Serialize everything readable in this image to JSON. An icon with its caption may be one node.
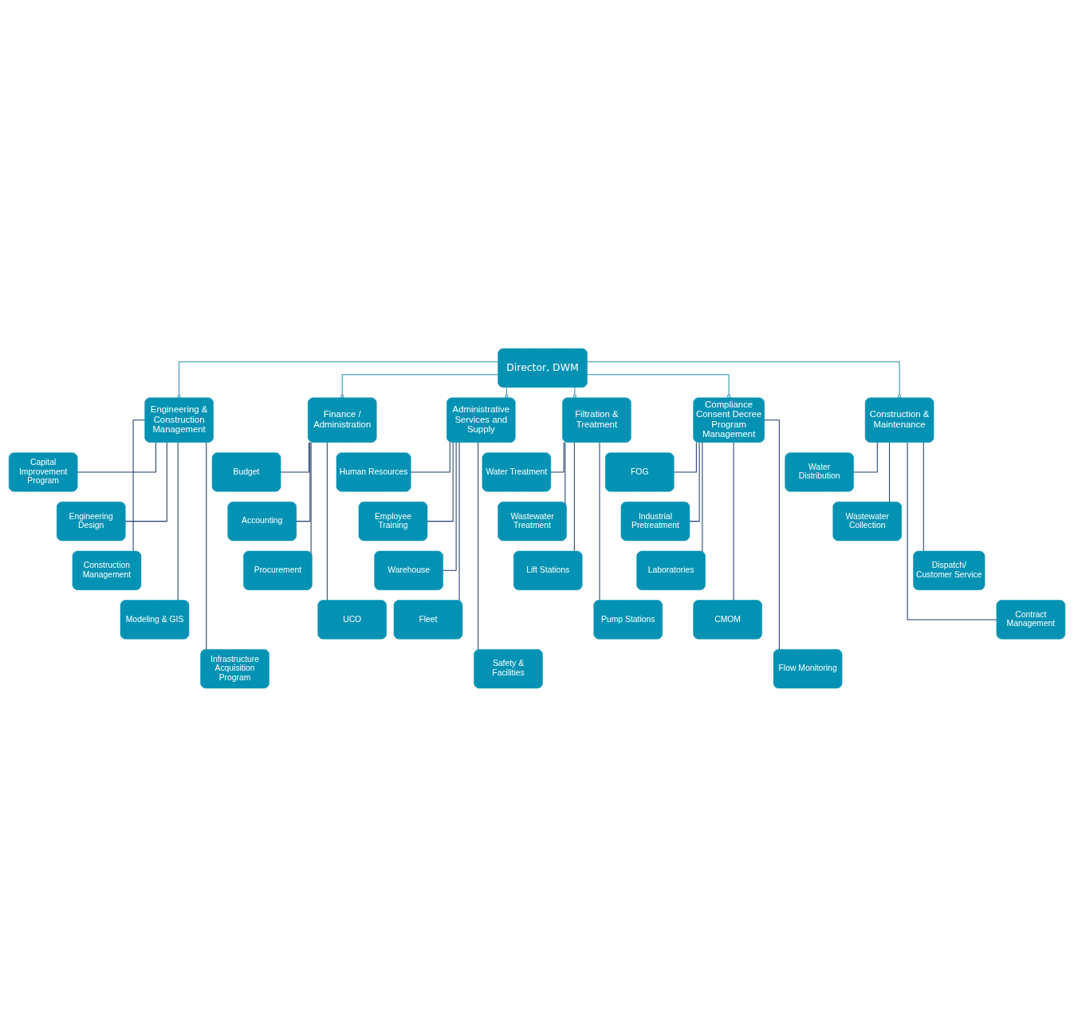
{
  "diagram": {
    "nodes": [
      {
        "text": [
          "Director, DWM"
        ]
      },
      {
        "text": [
          "Engineering & Construction Management"
        ]
      },
      {
        "text": [
          "Finance / Administration"
        ]
      },
      {
        "text": [
          "Administrative Services and Supply"
        ]
      },
      {
        "text": [
          "Filtration & Treatment"
        ]
      },
      {
        "text": [
          "Compliance Consent Decree Program Management"
        ]
      },
      {
        "text": [
          "Construction & Maintenance"
        ]
      },
      {
        "text": [
          "Capital Improvement Program"
        ]
      },
      {
        "text": [
          "Engineering Design"
        ]
      },
      {
        "text": [
          "Construction Management"
        ]
      },
      {
        "text": [
          "Modeling & GIS"
        ]
      },
      {
        "text": [
          "Infrastructure Acquisition Program"
        ]
      },
      {
        "text": [
          "Budget"
        ]
      },
      {
        "text": [
          "Accounting"
        ]
      },
      {
        "text": [
          "Procurement"
        ]
      },
      {
        "text": [
          "UCO"
        ]
      },
      {
        "text": [
          "Human Resources"
        ]
      },
      {
        "text": [
          "Employee Training"
        ]
      },
      {
        "text": [
          "Warehouse"
        ]
      },
      {
        "text": [
          "Fleet"
        ]
      },
      {
        "text": [
          "Safety & Facilities"
        ]
      },
      {
        "text": [
          "Water Treatment"
        ]
      },
      {
        "text": [
          "Wastewater Treatment"
        ]
      },
      {
        "text": [
          "Lift Stations"
        ]
      },
      {
        "text": [
          "Pump Stations"
        ]
      },
      {
        "text": [
          "FOG"
        ]
      },
      {
        "text": [
          "Industrial Pretreatment"
        ]
      },
      {
        "text": [
          "Laboratories"
        ]
      },
      {
        "text": [
          "CMOM"
        ]
      },
      {
        "text": [
          "Flow Monitoring"
        ]
      },
      {
        "text": [
          "Water Distribution"
        ]
      },
      {
        "text": [
          "Wastewater Collection"
        ]
      },
      {
        "text": [
          "Dispatch/ Customer Service"
        ]
      },
      {
        "text": [
          "Contract Management"
        ]
      }
    ],
    "edges": [
      {
        "from": 0,
        "to": 1,
        "arrow": "other",
        "color": "#2a8fb0"
      },
      {
        "from": 0,
        "to": 2,
        "arrow": "other",
        "color": "#2a8fb0"
      },
      {
        "from": 0,
        "to": 3,
        "arrow": "other",
        "color": "#2a8fb0"
      },
      {
        "from": 0,
        "to": 4,
        "arrow": "other",
        "color": "#2a8fb0"
      },
      {
        "from": 0,
        "to": 5,
        "arrow": "other",
        "color": "#2a8fb0"
      },
      {
        "from": 0,
        "to": 6,
        "arrow": "other",
        "color": "#2a8fb0"
      },
      {
        "from": 1,
        "to": 7,
        "arrow": "none"
      },
      {
        "from": 1,
        "to": 8,
        "arrow": "none"
      },
      {
        "from": 1,
        "to": 9,
        "arrow": "none"
      },
      {
        "from": 1,
        "to": 10,
        "arrow": "none"
      },
      {
        "from": 1,
        "to": 11,
        "arrow": "none"
      },
      {
        "from": 2,
        "to": 12,
        "arrow": "none"
      },
      {
        "from": 2,
        "to": 13,
        "arrow": "none"
      },
      {
        "from": 2,
        "to": 14,
        "arrow": "none"
      },
      {
        "from": 2,
        "to": 15,
        "arrow": "none"
      },
      {
        "from": 3,
        "to": 16,
        "arrow": "none"
      },
      {
        "from": 3,
        "to": 17,
        "arrow": "none"
      },
      {
        "from": 3,
        "to": 18,
        "arrow": "none"
      },
      {
        "from": 3,
        "to": 19,
        "arrow": "none"
      },
      {
        "from": 3,
        "to": 20,
        "arrow": "none"
      },
      {
        "from": 4,
        "to": 21,
        "arrow": "none"
      },
      {
        "from": 4,
        "to": 22,
        "arrow": "none"
      },
      {
        "from": 4,
        "to": 23,
        "arrow": "none"
      },
      {
        "from": 4,
        "to": 24,
        "arrow": "none"
      },
      {
        "from": 5,
        "to": 25,
        "arrow": "none"
      },
      {
        "from": 5,
        "to": 26,
        "arrow": "none"
      },
      {
        "from": 5,
        "to": 27,
        "arrow": "none"
      },
      {
        "from": 5,
        "to": 28,
        "arrow": "none"
      },
      {
        "from": 5,
        "to": 29,
        "arrow": "none"
      },
      {
        "from": 6,
        "to": 30,
        "arrow": "none"
      },
      {
        "from": 6,
        "to": 31,
        "arrow": "none"
      },
      {
        "from": 6,
        "to": 32,
        "arrow": "none"
      },
      {
        "from": 6,
        "to": 33,
        "arrow": "none"
      }
    ]
  }
}
